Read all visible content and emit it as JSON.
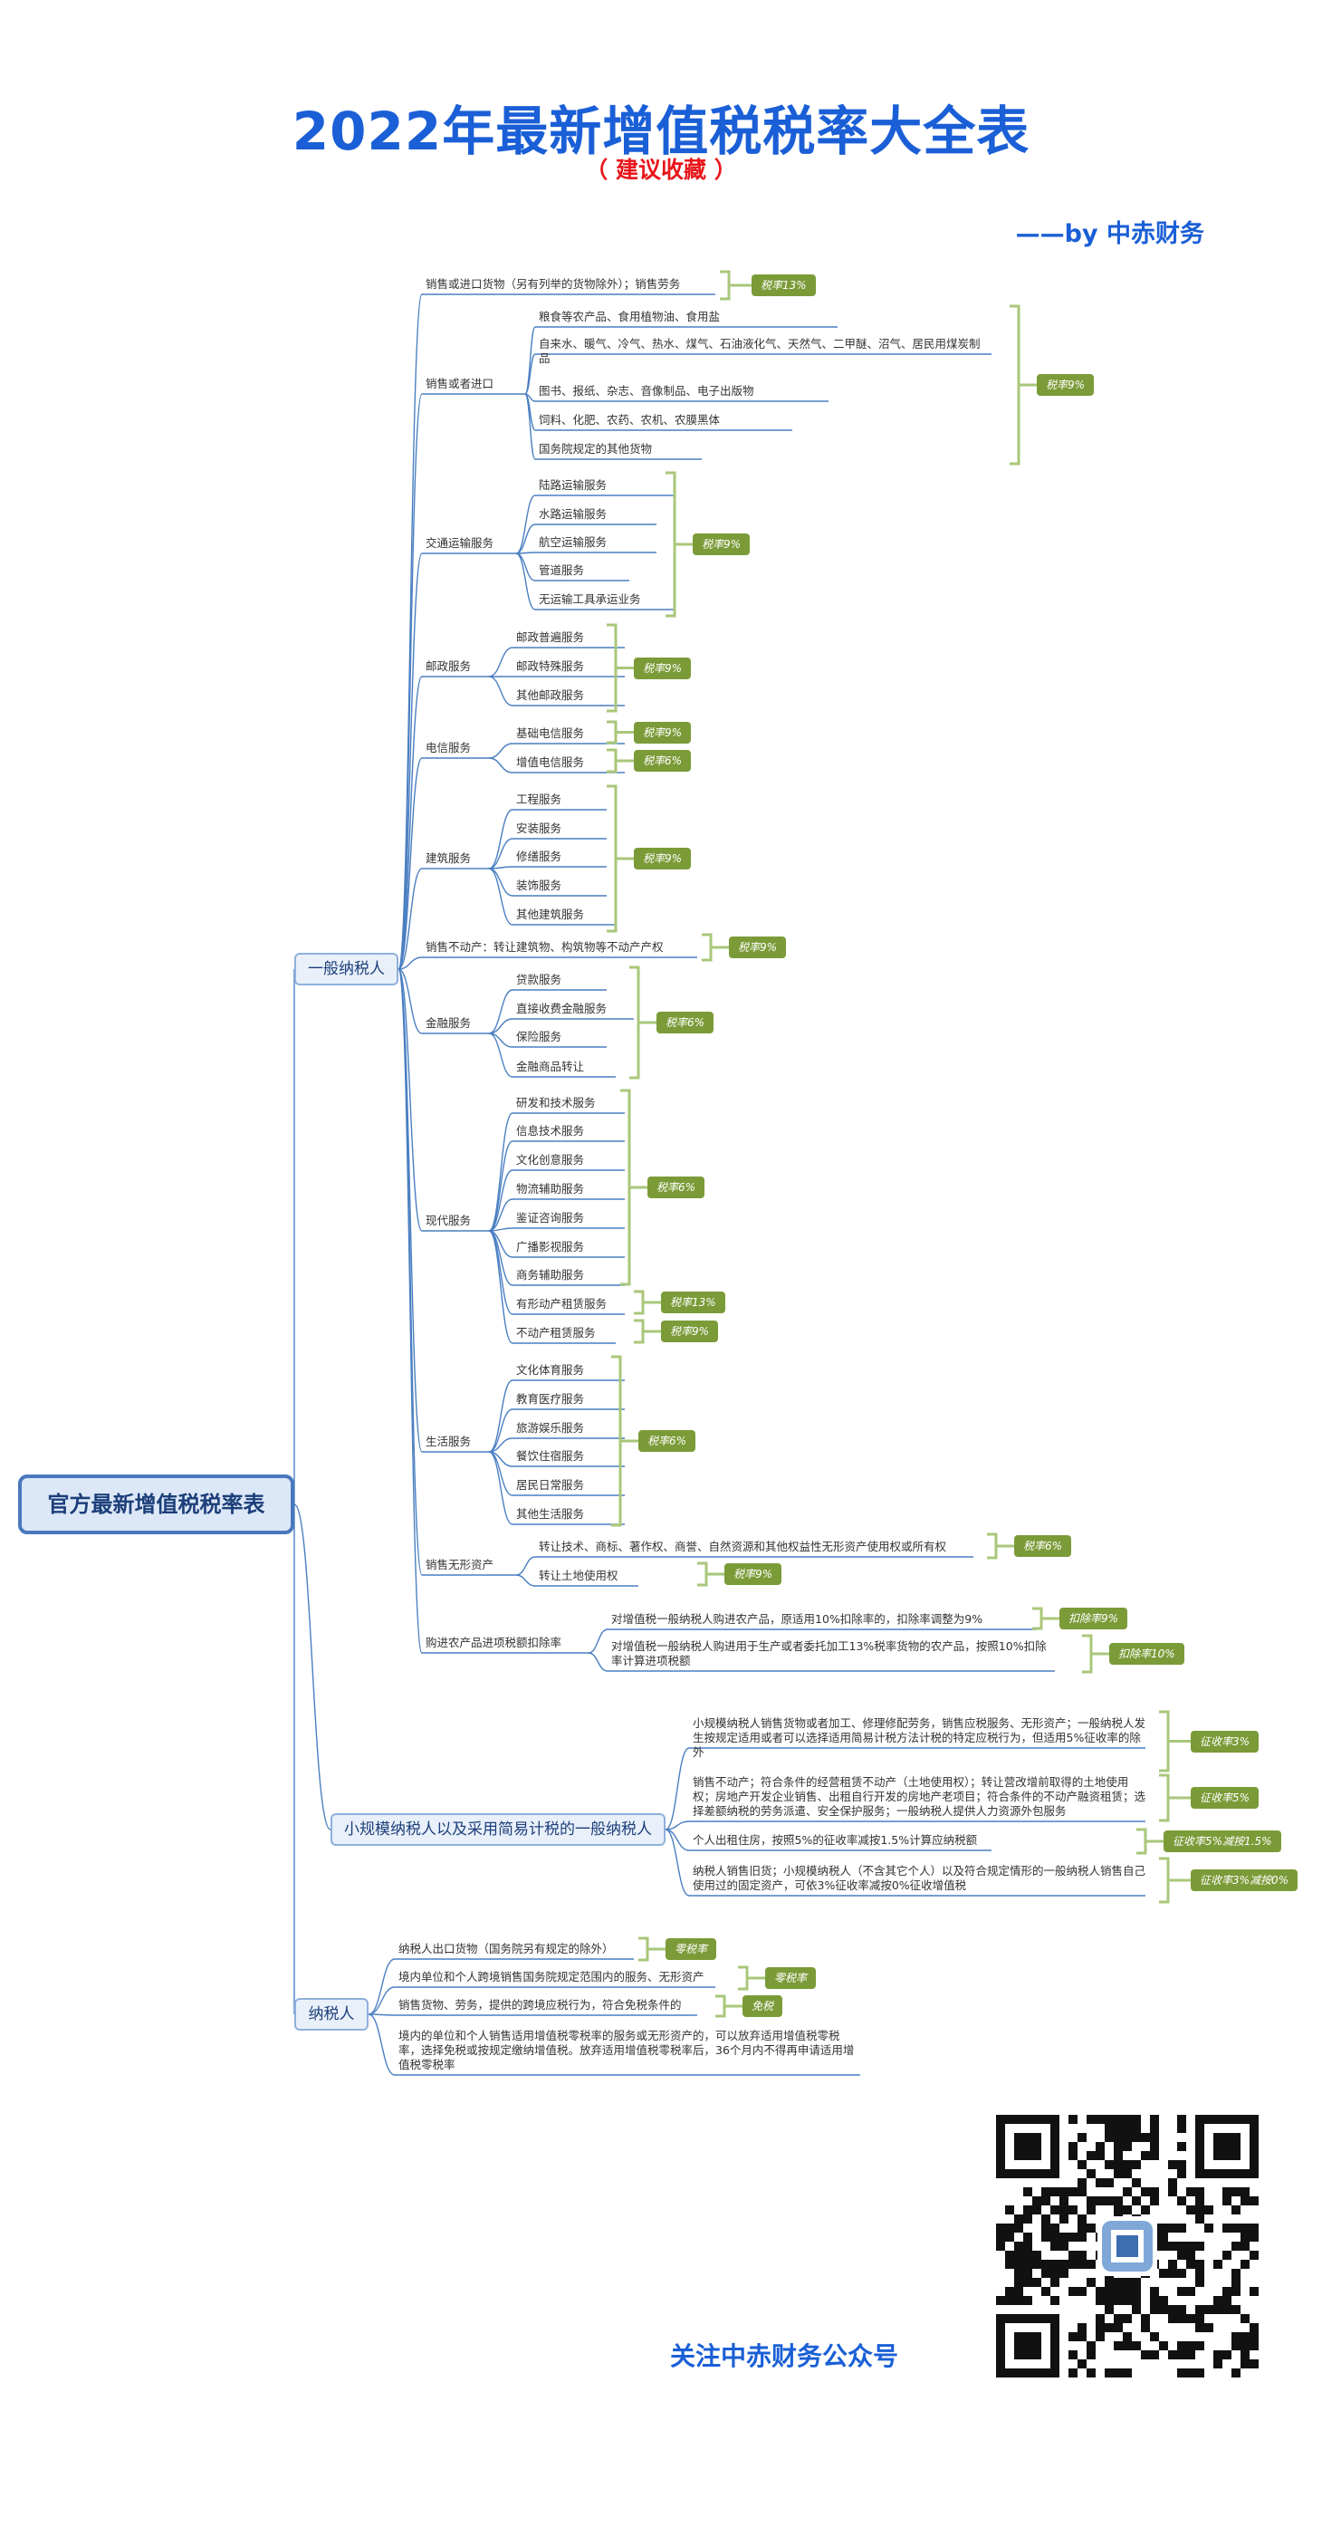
{
  "title": "2022年最新增值税税率大全表",
  "subtitle": "（ 建议收藏 ）",
  "byline": "——by 中赤财务",
  "footer": "关注中赤财务公众号",
  "colors": {
    "title": "#1a5fd6",
    "subtitle": "#e8161b",
    "line": "#4a7fc1",
    "bracket": "#a9c77a",
    "tag": "#7b9b38"
  },
  "root": "官方最新增值税税率表",
  "branches": [
    {
      "label": "一般纳税人"
    },
    {
      "label": "小规模纳税人以及采用简易计税的一般纳税人"
    },
    {
      "label": "纳税人"
    }
  ],
  "nodes": [
    "销售或进口货物（另有列举的货物除外）；销售劳务",
    "销售或者进口",
    "粮食等农产品、食用植物油、食用盐",
    "自来水、暖气、冷气、热水、煤气、石油液化气、天然气、二甲醚、沼气、居民用煤炭制品",
    "图书、报纸、杂志、音像制品、电子出版物",
    "饲料、化肥、农药、农机、农膜黑体",
    "国务院规定的其他货物",
    "交通运输服务",
    "陆路运输服务",
    "水路运输服务",
    "航空运输服务",
    "管道服务",
    "无运输工具承运业务",
    "邮政服务",
    "邮政普遍服务",
    "邮政特殊服务",
    "其他邮政服务",
    "电信服务",
    "基础电信服务",
    "增值电信服务",
    "建筑服务",
    "工程服务",
    "安装服务",
    "修缮服务",
    "装饰服务",
    "其他建筑服务",
    "销售不动产：转让建筑物、构筑物等不动产产权",
    "金融服务",
    "贷款服务",
    "直接收费金融服务",
    "保险服务",
    "金融商品转让",
    "现代服务",
    "研发和技术服务",
    "信息技术服务",
    "文化创意服务",
    "物流辅助服务",
    "鉴证咨询服务",
    "广播影视服务",
    "商务辅助服务",
    "有形动产租赁服务",
    "不动产租赁服务",
    "生活服务",
    "文化体育服务",
    "教育医疗服务",
    "旅游娱乐服务",
    "餐饮住宿服务",
    "居民日常服务",
    "其他生活服务",
    "销售无形资产",
    "转让技术、商标、著作权、商誉、自然资源和其他权益性无形资产使用权或所有权",
    "转让土地使用权",
    "购进农产品进项税额扣除率",
    "对增值税一般纳税人购进农产品，原适用10%扣除率的，扣除率调整为9%",
    "对增值税一般纳税人购进用于生产或者委托加工13%税率货物的农产品，按照10%扣除率计算进项税额",
    "小规模纳税人销售货物或者加工、修理修配劳务，销售应税服务、无形资产；一般纳税人发生按规定适用或者可以选择适用简易计税方法计税的特定应税行为，但适用5%征收率的除外",
    "销售不动产；符合条件的经营租赁不动产（土地使用权）；转让营改增前取得的土地使用权；房地产开发企业销售、出租自行开发的房地产老项目；符合条件的不动产融资租赁；选择差额纳税的劳务派遣、安全保护服务；一般纳税人提供人力资源外包服务",
    "个人出租住房，按照5%的征收率减按1.5%计算应纳税额",
    "纳税人销售旧货；小规模纳税人（不含其它个人）以及符合规定情形的一般纳税人销售自己使用过的固定资产，可依3%征收率减按0%征收增值税",
    "纳税人出口货物（国务院另有规定的除外）",
    "境内单位和个人跨境销售国务院规定范围内的服务、无形资产",
    "销售货物、劳务，提供的跨境应税行为，符合免税条件的",
    "境内的单位和个人销售适用增值税零税率的服务或无形资产的，可以放弃适用增值税零税率，选择免税或按规定缴纳增值税。放弃适用增值税零税率后，36个月内不得再申请适用增值税零税率"
  ],
  "tags": [
    "税率13%",
    "税率9%",
    "税率9%",
    "税率9%",
    "税率9%",
    "税率6%",
    "税率9%",
    "税率9%",
    "税率6%",
    "税率6%",
    "税率13%",
    "税率9%",
    "税率6%",
    "税率6%",
    "税率9%",
    "扣除率9%",
    "扣除率10%",
    "征收率3%",
    "征收率5%",
    "征收率5%减按1.5%",
    "征收率3%减按0%",
    "零税率",
    "零税率",
    "免税"
  ]
}
